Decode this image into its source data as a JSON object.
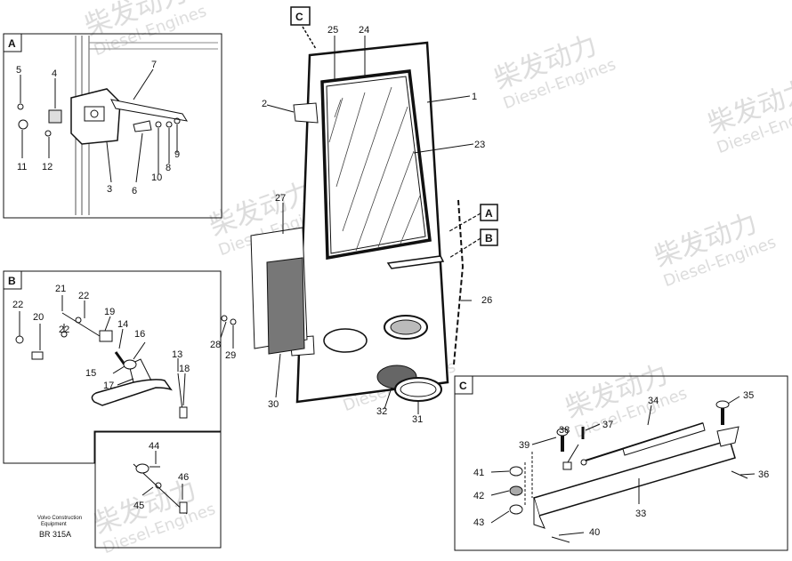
{
  "panels": {
    "A": "A",
    "B": "B",
    "C": "C"
  },
  "callouts": {
    "top_C": "C",
    "side_A": "A",
    "side_B": "B"
  },
  "part_numbers": {
    "p1": "1",
    "p2": "2",
    "p3": "3",
    "p4": "4",
    "p5": "5",
    "p6": "6",
    "p7": "7",
    "p8": "8",
    "p9": "9",
    "p10": "10",
    "p11": "11",
    "p12": "12",
    "p13": "13",
    "p14": "14",
    "p15": "15",
    "p16": "16",
    "p17": "17",
    "p18": "18",
    "p19": "19",
    "p20": "20",
    "p21": "21",
    "p22a": "22",
    "p22b": "22",
    "p22c": "22",
    "p23": "23",
    "p24": "24",
    "p25": "25",
    "p26": "26",
    "p27": "27",
    "p28": "28",
    "p29": "29",
    "p30": "30",
    "p31": "31",
    "p32": "32",
    "p33": "33",
    "p34": "34",
    "p35": "35",
    "p36": "36",
    "p37": "37",
    "p38": "38",
    "p39": "39",
    "p40": "40",
    "p41": "41",
    "p42": "42",
    "p43": "43",
    "p44": "44",
    "p45": "45",
    "p46": "46"
  },
  "watermark": {
    "cn": "柴发动力",
    "en": "Diesel-Engines"
  },
  "footer": {
    "line1": "Volvo Construction",
    "line2": "Equipment",
    "code": "BR 315A"
  }
}
